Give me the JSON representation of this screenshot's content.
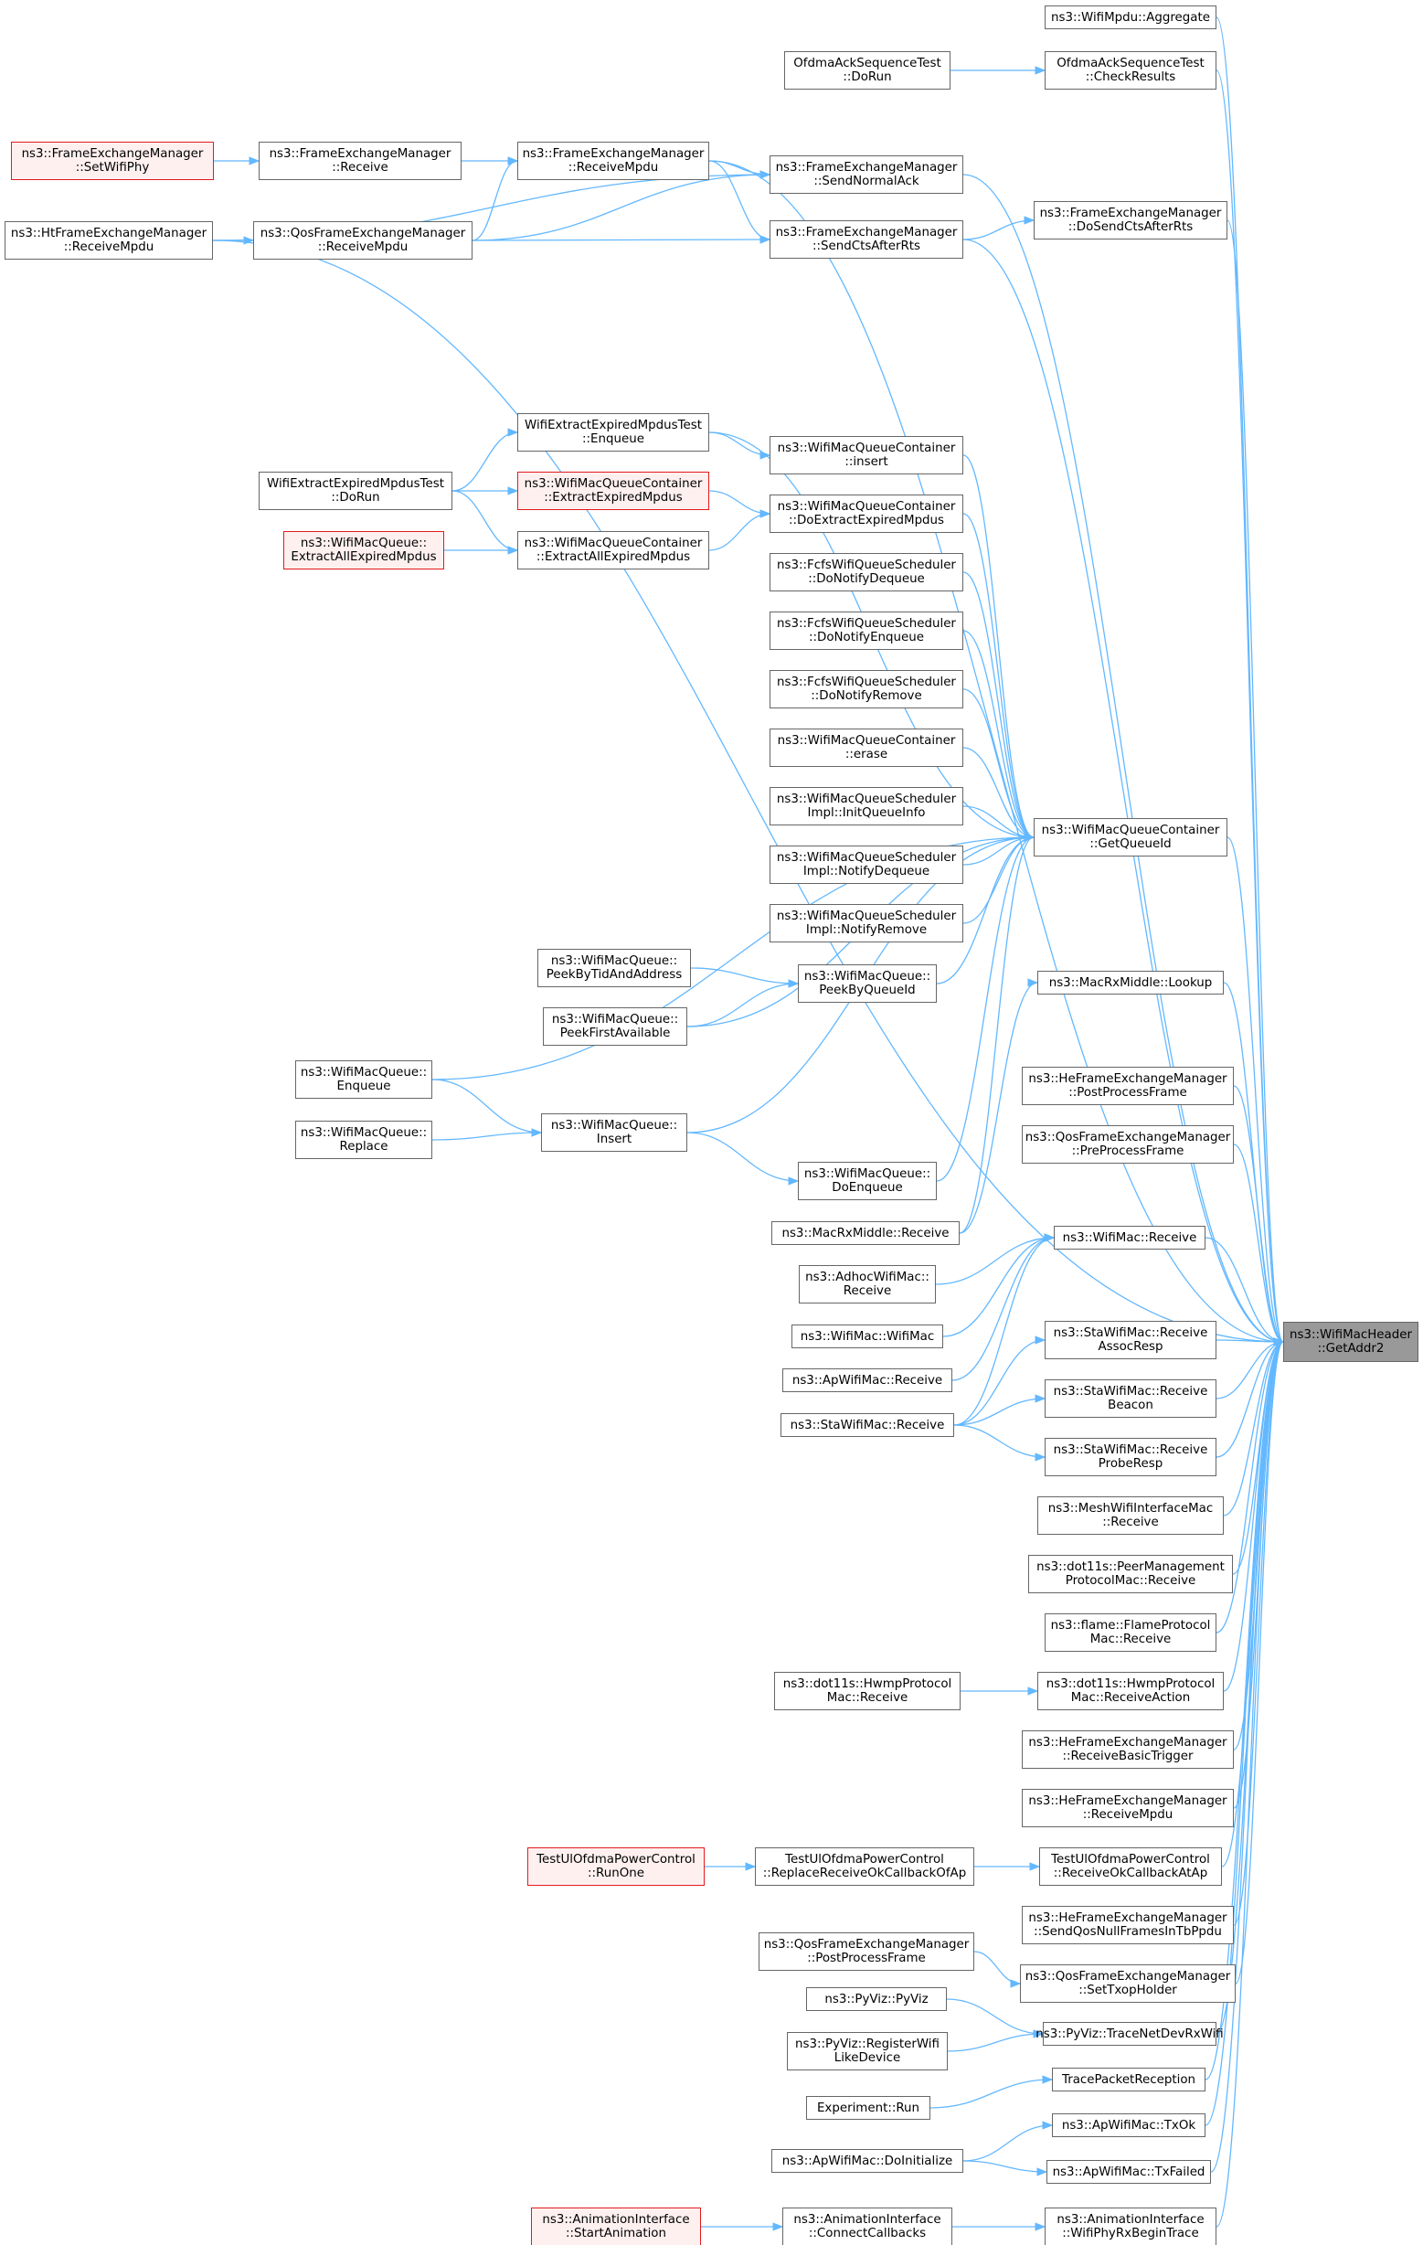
{
  "diagram": {
    "kind": "call-graph",
    "edge_color": "#63b8ff",
    "focus_fill": "#999999",
    "highlight_border": "#e31a1c",
    "nodes": [
      {
        "id": "getaddr2",
        "lines": [
          "ns3::WifiMacHeader",
          "::GetAddr2"
        ],
        "style": "focus"
      },
      {
        "id": "aggregate",
        "lines": [
          "ns3::WifiMpdu::Aggregate"
        ]
      },
      {
        "id": "ofdma_checkresults",
        "lines": [
          "OfdmaAckSequenceTest",
          "::CheckResults"
        ]
      },
      {
        "id": "ofdma_dorun",
        "lines": [
          "OfdmaAckSequenceTest",
          "::DoRun"
        ]
      },
      {
        "id": "fem_setwifiphy",
        "lines": [
          "ns3::FrameExchangeManager",
          "::SetWifiPhy"
        ],
        "style": "red"
      },
      {
        "id": "fem_receive",
        "lines": [
          "ns3::FrameExchangeManager",
          "::Receive"
        ]
      },
      {
        "id": "fem_receivempdu",
        "lines": [
          "ns3::FrameExchangeManager",
          "::ReceiveMpdu"
        ]
      },
      {
        "id": "fem_sendnormalack",
        "lines": [
          "ns3::FrameExchangeManager",
          "::SendNormalAck"
        ]
      },
      {
        "id": "fem_sendctsafterrts",
        "lines": [
          "ns3::FrameExchangeManager",
          "::SendCtsAfterRts"
        ]
      },
      {
        "id": "fem_dosendctsafterrts",
        "lines": [
          "ns3::FrameExchangeManager",
          "::DoSendCtsAfterRts"
        ]
      },
      {
        "id": "htfem_receivempdu",
        "lines": [
          "ns3::HtFrameExchangeManager",
          "::ReceiveMpdu"
        ]
      },
      {
        "id": "qosfem_receivempdu",
        "lines": [
          "ns3::QosFrameExchangeManager",
          "::ReceiveMpdu"
        ]
      },
      {
        "id": "weemt_enqueue",
        "lines": [
          "WifiExtractExpiredMpdusTest",
          "::Enqueue"
        ]
      },
      {
        "id": "weemt_dorun",
        "lines": [
          "WifiExtractExpiredMpdusTest",
          "::DoRun"
        ]
      },
      {
        "id": "wmqc_insert",
        "lines": [
          "ns3::WifiMacQueueContainer",
          "::insert"
        ]
      },
      {
        "id": "wmqc_extractexpired",
        "lines": [
          "ns3::WifiMacQueueContainer",
          "::ExtractExpiredMpdus"
        ],
        "style": "red"
      },
      {
        "id": "wmqc_doextractexpired",
        "lines": [
          "ns3::WifiMacQueueContainer",
          "::DoExtractExpiredMpdus"
        ]
      },
      {
        "id": "wmq_extractallexpired",
        "lines": [
          "ns3::WifiMacQueue::",
          "ExtractAllExpiredMpdus"
        ],
        "style": "red"
      },
      {
        "id": "wmqc_extractallexpired",
        "lines": [
          "ns3::WifiMacQueueContainer",
          "::ExtractAllExpiredMpdus"
        ]
      },
      {
        "id": "fcfs_donotifydequeue",
        "lines": [
          "ns3::FcfsWifiQueueScheduler",
          "::DoNotifyDequeue"
        ]
      },
      {
        "id": "fcfs_donotifyenqueue",
        "lines": [
          "ns3::FcfsWifiQueueScheduler",
          "::DoNotifyEnqueue"
        ]
      },
      {
        "id": "fcfs_donotifyremove",
        "lines": [
          "ns3::FcfsWifiQueueScheduler",
          "::DoNotifyRemove"
        ]
      },
      {
        "id": "wmqc_erase",
        "lines": [
          "ns3::WifiMacQueueContainer",
          "::erase"
        ]
      },
      {
        "id": "wmqs_initqueueinfo",
        "lines": [
          "ns3::WifiMacQueueScheduler",
          "Impl::InitQueueInfo"
        ]
      },
      {
        "id": "wmqs_notifydequeue",
        "lines": [
          "ns3::WifiMacQueueScheduler",
          "Impl::NotifyDequeue"
        ]
      },
      {
        "id": "wmqs_notifyremove",
        "lines": [
          "ns3::WifiMacQueueScheduler",
          "Impl::NotifyRemove"
        ]
      },
      {
        "id": "wmqc_getqueueid",
        "lines": [
          "ns3::WifiMacQueueContainer",
          "::GetQueueId"
        ]
      },
      {
        "id": "wmq_peekbytidandaddress",
        "lines": [
          "ns3::WifiMacQueue::",
          "PeekByTidAndAddress"
        ]
      },
      {
        "id": "wmq_peekbyqueueid",
        "lines": [
          "ns3::WifiMacQueue::",
          "PeekByQueueId"
        ]
      },
      {
        "id": "wmq_peekfirstavailable",
        "lines": [
          "ns3::WifiMacQueue::",
          "PeekFirstAvailable"
        ]
      },
      {
        "id": "macrxmiddle_lookup",
        "lines": [
          "ns3::MacRxMiddle::Lookup"
        ]
      },
      {
        "id": "wmq_enqueue",
        "lines": [
          "ns3::WifiMacQueue::",
          "Enqueue"
        ]
      },
      {
        "id": "hefem_postprocessframe",
        "lines": [
          "ns3::HeFrameExchangeManager",
          "::PostProcessFrame"
        ]
      },
      {
        "id": "wmq_replace",
        "lines": [
          "ns3::WifiMacQueue::",
          "Replace"
        ]
      },
      {
        "id": "wmq_insert",
        "lines": [
          "ns3::WifiMacQueue::",
          "Insert"
        ]
      },
      {
        "id": "qosfem_preprocessframe",
        "lines": [
          "ns3::QosFrameExchangeManager",
          "::PreProcessFrame"
        ]
      },
      {
        "id": "wmq_doenqueue",
        "lines": [
          "ns3::WifiMacQueue::",
          "DoEnqueue"
        ]
      },
      {
        "id": "macrxmiddle_receive",
        "lines": [
          "ns3::MacRxMiddle::Receive"
        ]
      },
      {
        "id": "wifimac_receive",
        "lines": [
          "ns3::WifiMac::Receive"
        ]
      },
      {
        "id": "adhoc_receive",
        "lines": [
          "ns3::AdhocWifiMac::",
          "Receive"
        ]
      },
      {
        "id": "wifimac_wifimac",
        "lines": [
          "ns3::WifiMac::WifiMac"
        ]
      },
      {
        "id": "sta_receiveassocresp",
        "lines": [
          "ns3::StaWifiMac::Receive",
          "AssocResp"
        ]
      },
      {
        "id": "ap_receive",
        "lines": [
          "ns3::ApWifiMac::Receive"
        ]
      },
      {
        "id": "sta_receivebeacon",
        "lines": [
          "ns3::StaWifiMac::Receive",
          "Beacon"
        ]
      },
      {
        "id": "sta_receive",
        "lines": [
          "ns3::StaWifiMac::Receive"
        ]
      },
      {
        "id": "sta_receiveproberesp",
        "lines": [
          "ns3::StaWifiMac::Receive",
          "ProbeResp"
        ]
      },
      {
        "id": "mesh_receive",
        "lines": [
          "ns3::MeshWifiInterfaceMac",
          "::Receive"
        ]
      },
      {
        "id": "peermgmt_receive",
        "lines": [
          "ns3::dot11s::PeerManagement",
          "ProtocolMac::Receive"
        ]
      },
      {
        "id": "flame_receive",
        "lines": [
          "ns3::flame::FlameProtocol",
          "Mac::Receive"
        ]
      },
      {
        "id": "hwmp_receive",
        "lines": [
          "ns3::dot11s::HwmpProtocol",
          "Mac::Receive"
        ]
      },
      {
        "id": "hwmp_receiveaction",
        "lines": [
          "ns3::dot11s::HwmpProtocol",
          "Mac::ReceiveAction"
        ]
      },
      {
        "id": "hefem_receivebasictrigger",
        "lines": [
          "ns3::HeFrameExchangeManager",
          "::ReceiveBasicTrigger"
        ]
      },
      {
        "id": "hefem_receivempdu",
        "lines": [
          "ns3::HeFrameExchangeManager",
          "::ReceiveMpdu"
        ]
      },
      {
        "id": "tuopc_runone",
        "lines": [
          "TestUlOfdmaPowerControl",
          "::RunOne"
        ],
        "style": "red"
      },
      {
        "id": "tuopc_replacecb",
        "lines": [
          "TestUlOfdmaPowerControl",
          "::ReplaceReceiveOkCallbackOfAp"
        ]
      },
      {
        "id": "tuopc_receiveokcb",
        "lines": [
          "TestUlOfdmaPowerControl",
          "::ReceiveOkCallbackAtAp"
        ]
      },
      {
        "id": "hefem_sendqosnull",
        "lines": [
          "ns3::HeFrameExchangeManager",
          "::SendQosNullFramesInTbPpdu"
        ]
      },
      {
        "id": "qosfem_postprocessframe",
        "lines": [
          "ns3::QosFrameExchangeManager",
          "::PostProcessFrame"
        ]
      },
      {
        "id": "qosfem_settxopholder",
        "lines": [
          "ns3::QosFrameExchangeManager",
          "::SetTxopHolder"
        ]
      },
      {
        "id": "pyviz_pyviz",
        "lines": [
          "ns3::PyViz::PyViz"
        ]
      },
      {
        "id": "pyviz_tracenetdevrxwifi",
        "lines": [
          "ns3::PyViz::TraceNetDevRxWifi"
        ]
      },
      {
        "id": "pyviz_registerwifi",
        "lines": [
          "ns3::PyViz::RegisterWifi",
          "LikeDevice"
        ]
      },
      {
        "id": "tracepacketreception",
        "lines": [
          "TracePacketReception"
        ]
      },
      {
        "id": "experiment_run",
        "lines": [
          "Experiment::Run"
        ]
      },
      {
        "id": "ap_txok",
        "lines": [
          "ns3::ApWifiMac::TxOk"
        ]
      },
      {
        "id": "ap_doinitialize",
        "lines": [
          "ns3::ApWifiMac::DoInitialize"
        ]
      },
      {
        "id": "ap_txfailed",
        "lines": [
          "ns3::ApWifiMac::TxFailed"
        ]
      },
      {
        "id": "anim_startanimation",
        "lines": [
          "ns3::AnimationInterface",
          "::StartAnimation"
        ],
        "style": "red"
      },
      {
        "id": "anim_connectcallbacks",
        "lines": [
          "ns3::AnimationInterface",
          "::ConnectCallbacks"
        ]
      },
      {
        "id": "anim_wifiphyrxbegintrace",
        "lines": [
          "ns3::AnimationInterface",
          "::WifiPhyRxBeginTrace"
        ]
      }
    ],
    "edges": [
      [
        "aggregate",
        "getaddr2"
      ],
      [
        "ofdma_checkresults",
        "getaddr2"
      ],
      [
        "fem_receivempdu",
        "getaddr2"
      ],
      [
        "fem_sendnormalack",
        "getaddr2"
      ],
      [
        "fem_dosendctsafterrts",
        "getaddr2"
      ],
      [
        "fem_sendctsafterrts",
        "getaddr2"
      ],
      [
        "htfem_receivempdu",
        "getaddr2"
      ],
      [
        "wmqc_getqueueid",
        "getaddr2"
      ],
      [
        "macrxmiddle_lookup",
        "getaddr2"
      ],
      [
        "hefem_postprocessframe",
        "getaddr2"
      ],
      [
        "qosfem_preprocessframe",
        "getaddr2"
      ],
      [
        "wifimac_receive",
        "getaddr2"
      ],
      [
        "sta_receiveassocresp",
        "getaddr2"
      ],
      [
        "sta_receivebeacon",
        "getaddr2"
      ],
      [
        "sta_receiveproberesp",
        "getaddr2"
      ],
      [
        "mesh_receive",
        "getaddr2"
      ],
      [
        "peermgmt_receive",
        "getaddr2"
      ],
      [
        "flame_receive",
        "getaddr2"
      ],
      [
        "hwmp_receiveaction",
        "getaddr2"
      ],
      [
        "hefem_receivebasictrigger",
        "getaddr2"
      ],
      [
        "hefem_receivempdu",
        "getaddr2"
      ],
      [
        "tuopc_receiveokcb",
        "getaddr2"
      ],
      [
        "hefem_sendqosnull",
        "getaddr2"
      ],
      [
        "qosfem_settxopholder",
        "getaddr2"
      ],
      [
        "pyviz_tracenetdevrxwifi",
        "getaddr2"
      ],
      [
        "tracepacketreception",
        "getaddr2"
      ],
      [
        "ap_txok",
        "getaddr2"
      ],
      [
        "ap_txfailed",
        "getaddr2"
      ],
      [
        "anim_wifiphyrxbegintrace",
        "getaddr2"
      ],
      [
        "ofdma_dorun",
        "ofdma_checkresults"
      ],
      [
        "fem_setwifiphy",
        "fem_receive"
      ],
      [
        "fem_receive",
        "fem_receivempdu"
      ],
      [
        "qosfem_receivempdu",
        "fem_receivempdu"
      ],
      [
        "htfem_receivempdu",
        "qosfem_receivempdu"
      ],
      [
        "htfem_receivempdu",
        "fem_sendnormalack"
      ],
      [
        "fem_receivempdu",
        "fem_sendnormalack"
      ],
      [
        "qosfem_receivempdu",
        "fem_sendnormalack"
      ],
      [
        "fem_receivempdu",
        "fem_sendctsafterrts"
      ],
      [
        "qosfem_receivempdu",
        "fem_sendctsafterrts"
      ],
      [
        "fem_sendctsafterrts",
        "fem_dosendctsafterrts"
      ],
      [
        "weemt_dorun",
        "weemt_enqueue"
      ],
      [
        "weemt_dorun",
        "wmqc_extractexpired"
      ],
      [
        "weemt_dorun",
        "wmqc_extractallexpired"
      ],
      [
        "wmq_extractallexpired",
        "wmqc_extractallexpired"
      ],
      [
        "weemt_enqueue",
        "wmqc_insert"
      ],
      [
        "wmqc_extractexpired",
        "wmqc_doextractexpired"
      ],
      [
        "wmqc_extractallexpired",
        "wmqc_doextractexpired"
      ],
      [
        "weemt_enqueue",
        "wmqc_getqueueid"
      ],
      [
        "wmqc_insert",
        "wmqc_getqueueid"
      ],
      [
        "wmqc_doextractexpired",
        "wmqc_getqueueid"
      ],
      [
        "fcfs_donotifydequeue",
        "wmqc_getqueueid"
      ],
      [
        "fcfs_donotifyenqueue",
        "wmqc_getqueueid"
      ],
      [
        "fcfs_donotifyremove",
        "wmqc_getqueueid"
      ],
      [
        "wmqc_erase",
        "wmqc_getqueueid"
      ],
      [
        "wmqs_initqueueinfo",
        "wmqc_getqueueid"
      ],
      [
        "wmqs_notifydequeue",
        "wmqc_getqueueid"
      ],
      [
        "wmqs_notifyremove",
        "wmqc_getqueueid"
      ],
      [
        "wmq_peekbyqueueid",
        "wmqc_getqueueid"
      ],
      [
        "wmq_peekfirstavailable",
        "wmqc_getqueueid"
      ],
      [
        "wmq_enqueue",
        "wmqc_getqueueid"
      ],
      [
        "wmq_insert",
        "wmqc_getqueueid"
      ],
      [
        "wmq_doenqueue",
        "wmqc_getqueueid"
      ],
      [
        "macrxmiddle_receive",
        "wmqc_getqueueid"
      ],
      [
        "wmq_peekbytidandaddress",
        "wmq_peekbyqueueid"
      ],
      [
        "wmq_peekfirstavailable",
        "wmq_peekbyqueueid"
      ],
      [
        "macrxmiddle_receive",
        "macrxmiddle_lookup"
      ],
      [
        "wmq_enqueue",
        "wmq_insert"
      ],
      [
        "wmq_replace",
        "wmq_insert"
      ],
      [
        "wmq_insert",
        "wmq_doenqueue"
      ],
      [
        "adhoc_receive",
        "wifimac_receive"
      ],
      [
        "wifimac_wifimac",
        "wifimac_receive"
      ],
      [
        "ap_receive",
        "wifimac_receive"
      ],
      [
        "sta_receive",
        "wifimac_receive"
      ],
      [
        "sta_receive",
        "sta_receiveassocresp"
      ],
      [
        "sta_receive",
        "sta_receivebeacon"
      ],
      [
        "sta_receive",
        "sta_receiveproberesp"
      ],
      [
        "hwmp_receive",
        "hwmp_receiveaction"
      ],
      [
        "tuopc_runone",
        "tuopc_replacecb"
      ],
      [
        "tuopc_replacecb",
        "tuopc_receiveokcb"
      ],
      [
        "qosfem_postprocessframe",
        "qosfem_settxopholder"
      ],
      [
        "pyviz_pyviz",
        "pyviz_tracenetdevrxwifi"
      ],
      [
        "pyviz_registerwifi",
        "pyviz_tracenetdevrxwifi"
      ],
      [
        "experiment_run",
        "tracepacketreception"
      ],
      [
        "ap_doinitialize",
        "ap_txok"
      ],
      [
        "ap_doinitialize",
        "ap_txfailed"
      ],
      [
        "anim_startanimation",
        "anim_connectcallbacks"
      ],
      [
        "anim_connectcallbacks",
        "anim_wifiphyrxbegintrace"
      ]
    ]
  }
}
